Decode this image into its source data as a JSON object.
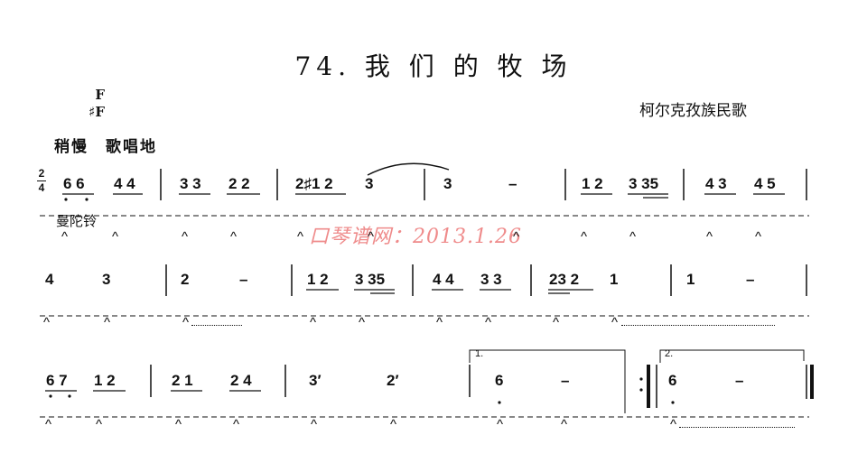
{
  "title": "74. 我 们 的 牧 场",
  "composer": "柯尔克孜族民歌",
  "key": [
    "F",
    "♯F"
  ],
  "tempo": "稍慢　歌唱地",
  "instrument": "曼陀铃",
  "time_signature": {
    "top": "2",
    "bottom": "4"
  },
  "watermark": "口琴谱网：2013.1.26",
  "volta": [
    "1.",
    "2."
  ],
  "rows": [
    {
      "notes": [
        "6 6",
        "4 4",
        "3 3",
        "2 2",
        "2♯1 2",
        "3",
        "3",
        "–",
        "1 2",
        "3 35",
        "4 3",
        "4 5"
      ],
      "accents": [
        "^",
        "^",
        "^",
        "^",
        "^",
        "^",
        "^",
        "^",
        "^",
        "^",
        "^"
      ]
    },
    {
      "notes": [
        "4",
        "3",
        "2",
        "–",
        "1 2",
        "3 35",
        "4 4",
        "3 3",
        "23 2",
        "1",
        "1",
        "–"
      ],
      "accents": [
        "^",
        "^",
        "^",
        "^",
        "^",
        "^",
        "^",
        "^",
        "^"
      ]
    },
    {
      "notes": [
        "6 7",
        "1 2",
        "2 1",
        "2 4",
        "3′",
        "2′",
        "6",
        "–",
        "6",
        "–"
      ],
      "accents": [
        "^",
        "^",
        "^",
        "^",
        "^",
        "^",
        "^",
        "^",
        "^"
      ]
    }
  ]
}
